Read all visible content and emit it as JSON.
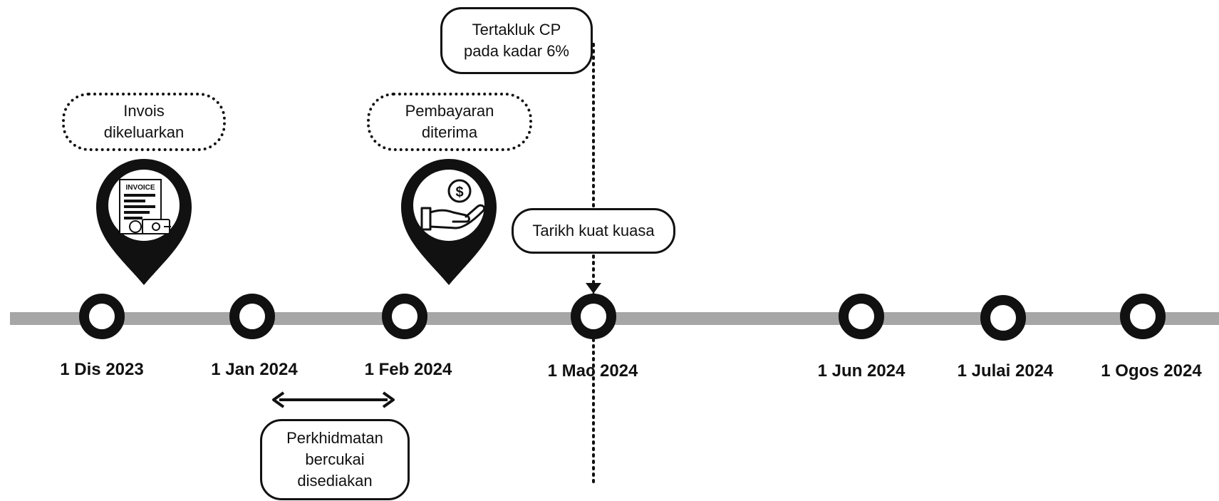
{
  "timeline": {
    "markers": [
      {
        "id": "dis-2023",
        "date": "1 Dis 2023"
      },
      {
        "id": "jan-2024",
        "date": "1 Jan 2024"
      },
      {
        "id": "feb-2024",
        "date": "1 Feb 2024"
      },
      {
        "id": "mac-2024",
        "date": "1 Mac 2024"
      },
      {
        "id": "jun-2024",
        "date": "1 Jun 2024"
      },
      {
        "id": "julai-2024",
        "date": "1 Julai 2024"
      },
      {
        "id": "ogos-2024",
        "date": "1 Ogos 2024"
      }
    ]
  },
  "callouts": {
    "invoice_issued": "Invois\ndikeluarkan",
    "payment_received": "Pembayaran\nditerima",
    "subject_to_cp": "Tertakluk CP\npada kadar 6%",
    "effective_date": "Tarikh kuat kuasa",
    "taxable_service": "Perkhidmatan\nbercukai\ndisediakan"
  },
  "icons": {
    "invoice_pin": "invoice-icon",
    "payment_pin": "hand-money-icon",
    "invoice_label": "INVOICE",
    "payment_symbol": "$"
  },
  "colors": {
    "line": "#a6a6a6",
    "ink": "#111111"
  }
}
